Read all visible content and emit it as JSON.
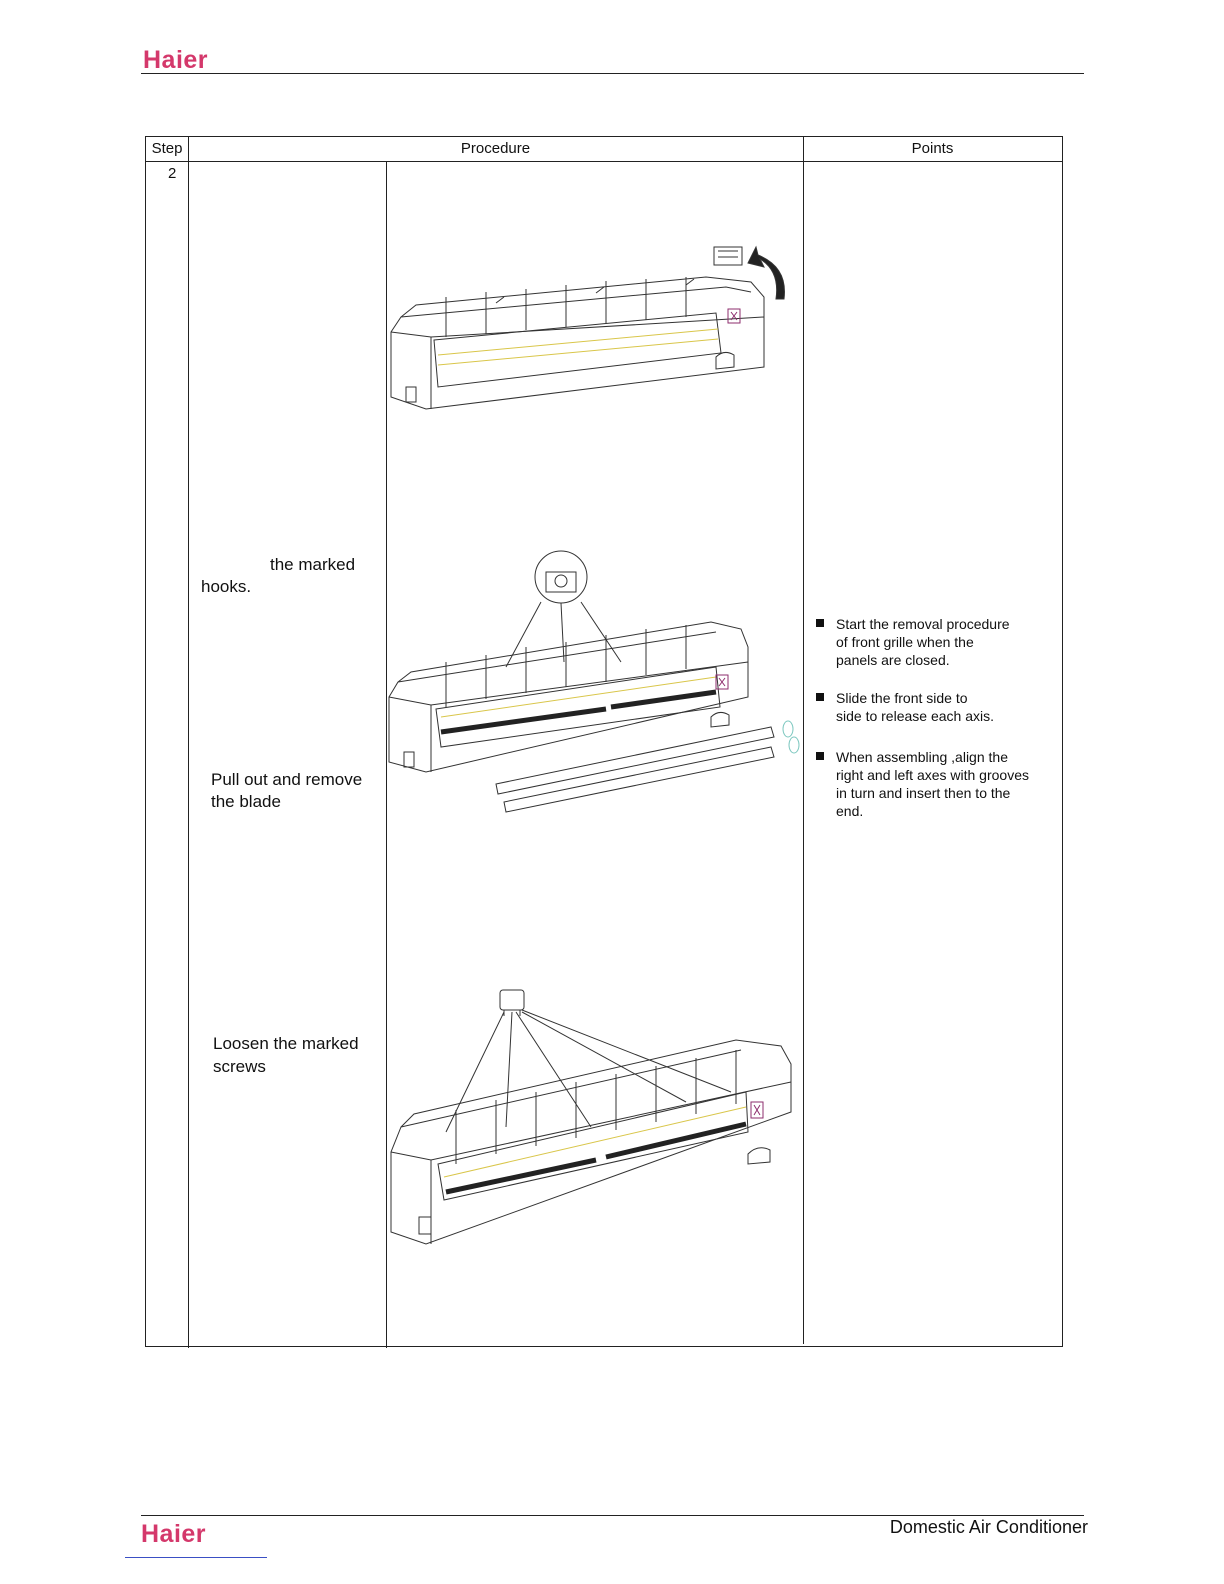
{
  "brand": {
    "name": "Haier"
  },
  "footer": {
    "title": "Domestic Air Conditioner"
  },
  "table": {
    "headers": {
      "step": "Step",
      "procedure": "Procedure",
      "points": "Points"
    },
    "step_number": "2",
    "labels": {
      "hooks_line1": "the marked",
      "hooks_line2": "hooks.",
      "blade_line1": "Pull out and remove",
      "blade_line2": "the blade",
      "screws_line1": "Loosen the marked",
      "screws_line2": "screws"
    },
    "points": [
      {
        "lines": [
          "Start the removal procedure",
          "of front grille when the",
          "panels are closed."
        ]
      },
      {
        "lines": [
          "Slide the front side to",
          "side to release each axis."
        ]
      },
      {
        "lines": [
          "When assembling ,align the",
          "right and left axes with grooves",
          "in turn and insert then to the",
          "end."
        ]
      }
    ]
  },
  "colors": {
    "brand": "#d4386b",
    "hook_highlight": "#d9c64a",
    "logo_mark": "#8e2d6e"
  }
}
